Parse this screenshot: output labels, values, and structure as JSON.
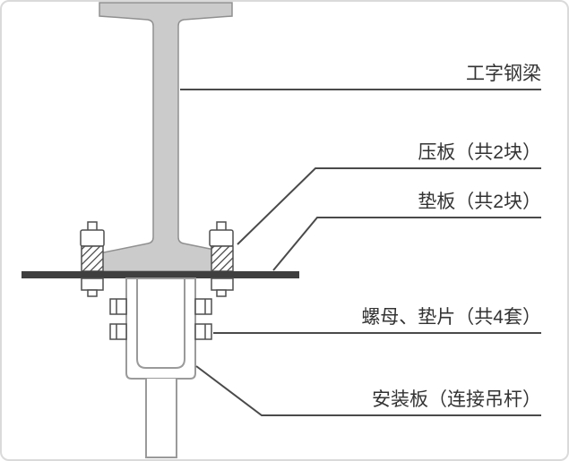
{
  "diagram": {
    "labels": {
      "i_beam": "工字钢梁",
      "clamp_plate": "压板（共2块）",
      "backing_plate": "垫板（共2块）",
      "nut_washer": "螺母、垫片（共4套）",
      "mounting_plate": "安装板（连接吊杆）"
    }
  },
  "colors": {
    "beam_fill": "#cbcbcb",
    "beam_stroke": "#909090",
    "plate_fill": "#3f3f3f",
    "line": "#4a4a4a",
    "part_stroke": "#9a9a9a",
    "bolt_stroke": "#4f4f4f",
    "label_text": "#333333",
    "background": "#ffffff",
    "border": "#dadada"
  }
}
